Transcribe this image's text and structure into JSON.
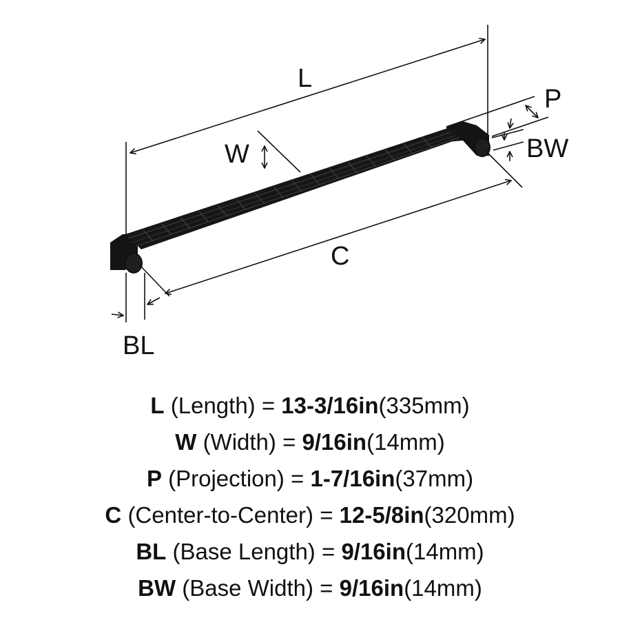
{
  "diagram": {
    "labels": {
      "L": "L",
      "W": "W",
      "P": "P",
      "C": "C",
      "BW": "BW",
      "BL": "BL"
    }
  },
  "specs": [
    {
      "key": "L",
      "desc": "(Length)",
      "eq": "=",
      "imperial": "13-3/16in",
      "metric": "(335mm)"
    },
    {
      "key": "W",
      "desc": "(Width)",
      "eq": "=",
      "imperial": "9/16in",
      "metric": "(14mm)"
    },
    {
      "key": "P",
      "desc": "(Projection)",
      "eq": "=",
      "imperial": "1-7/16in",
      "metric": "(37mm)"
    },
    {
      "key": "C",
      "desc": "(Center-to-Center)",
      "eq": "=",
      "imperial": "12-5/8in",
      "metric": "(320mm)"
    },
    {
      "key": "BL",
      "desc": "(Base Length)",
      "eq": "=",
      "imperial": "9/16in",
      "metric": "(14mm)"
    },
    {
      "key": "BW",
      "desc": "(Base Width)",
      "eq": "=",
      "imperial": "9/16in",
      "metric": "(14mm)"
    }
  ]
}
